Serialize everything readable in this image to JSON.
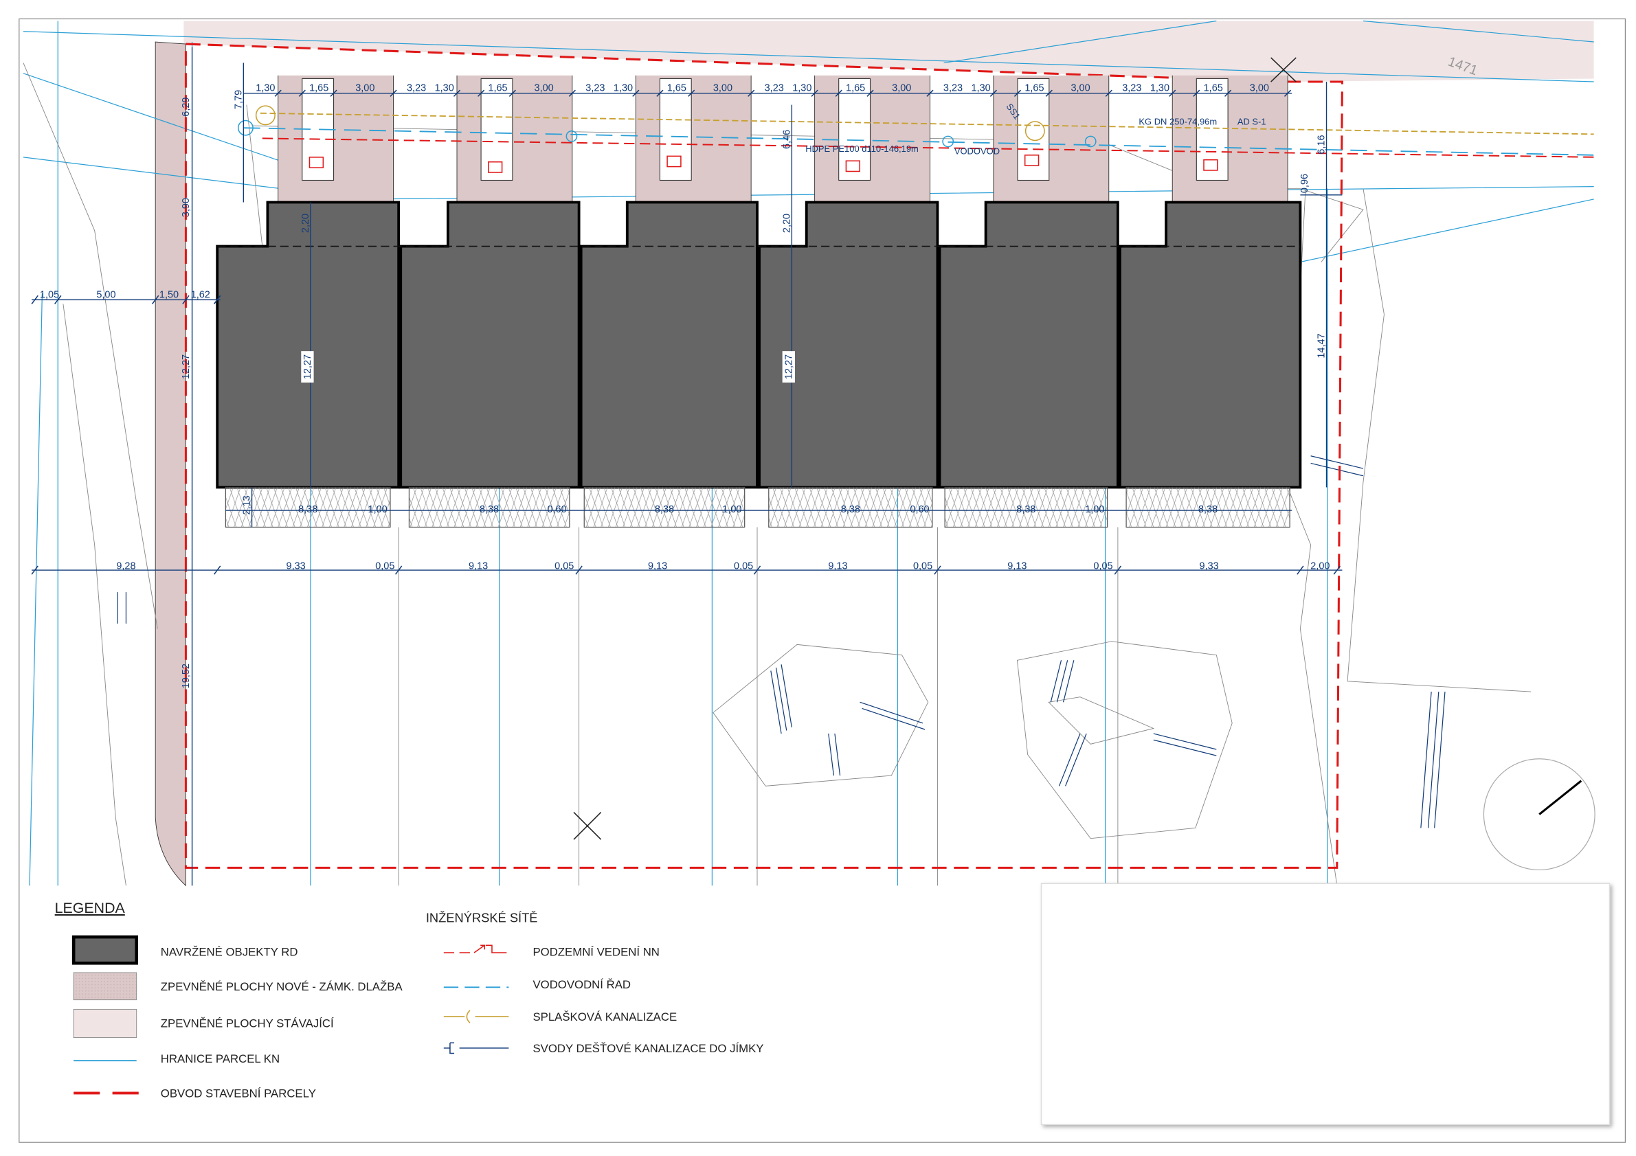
{
  "colors": {
    "building": "#666666",
    "paving_new": "#dcc8c8",
    "paving_existing": "#f0e4e4",
    "parcel_line": "#2a9fd6",
    "plot_boundary": "#e01818",
    "dimension": "#123c7a",
    "sewer": "#c8a030",
    "power": "#e01818"
  },
  "dimensions": {
    "top_unit": [
      "1,30",
      "1,65",
      "3,00",
      "3,23"
    ],
    "left_vertical": [
      "7,79",
      "6,29",
      "3,90",
      "12,27",
      "19,52"
    ],
    "left_horizontal": [
      "1,05",
      "5,00",
      "1,50",
      "1,62"
    ],
    "inner": {
      "front_depth_a": "2,20",
      "front_depth_b": "2,20",
      "depth_a": "12,27",
      "depth_b": "12,27",
      "setback": "6,46"
    },
    "right": [
      "6,16",
      "0,96",
      "14,47"
    ],
    "terrace_depth": "2,13",
    "terrace_widths": [
      "8,38",
      "8,38",
      "8,38",
      "8,38",
      "8,38",
      "8,38"
    ],
    "terrace_gaps": [
      "1,00",
      "0,60",
      "1,00",
      "0,60",
      "1,00"
    ],
    "bottom": [
      "9,28",
      "9,33",
      "0,05",
      "9,13",
      "0,05",
      "9,13",
      "0,05",
      "9,13",
      "0,05",
      "9,13",
      "0,05",
      "9,33",
      "2,00"
    ]
  },
  "annotations": {
    "water_main": "HDPE PE100 d110-146,19m",
    "water_label": "VODOVOD",
    "sewer_main": "KG DN 250-74,96m",
    "sewer_end": "AD S-1",
    "manhole": "SS1",
    "parcel": "1471"
  },
  "legend": {
    "title": "LEGENDA",
    "items": [
      {
        "label": "NAVRŽENÉ OBJEKTY RD"
      },
      {
        "label": "ZPEVNĚNÉ PLOCHY NOVÉ - ZÁMK. DLAŽBA"
      },
      {
        "label": "ZPEVNĚNÉ PLOCHY STÁVAJÍCÍ"
      },
      {
        "label": "HRANICE PARCEL KN"
      },
      {
        "label": "OBVOD STAVEBNÍ PARCELY"
      }
    ],
    "networks_title": "INŽENÝRSKÉ SÍTĚ",
    "networks": [
      {
        "label": "PODZEMNÍ VEDENÍ NN"
      },
      {
        "label": "VODOVODNÍ ŘAD"
      },
      {
        "label": "SPLAŠKOVÁ KANALIZACE"
      },
      {
        "label": "SVODY DEŠŤOVÉ KANALIZACE DO JÍMKY"
      }
    ]
  }
}
